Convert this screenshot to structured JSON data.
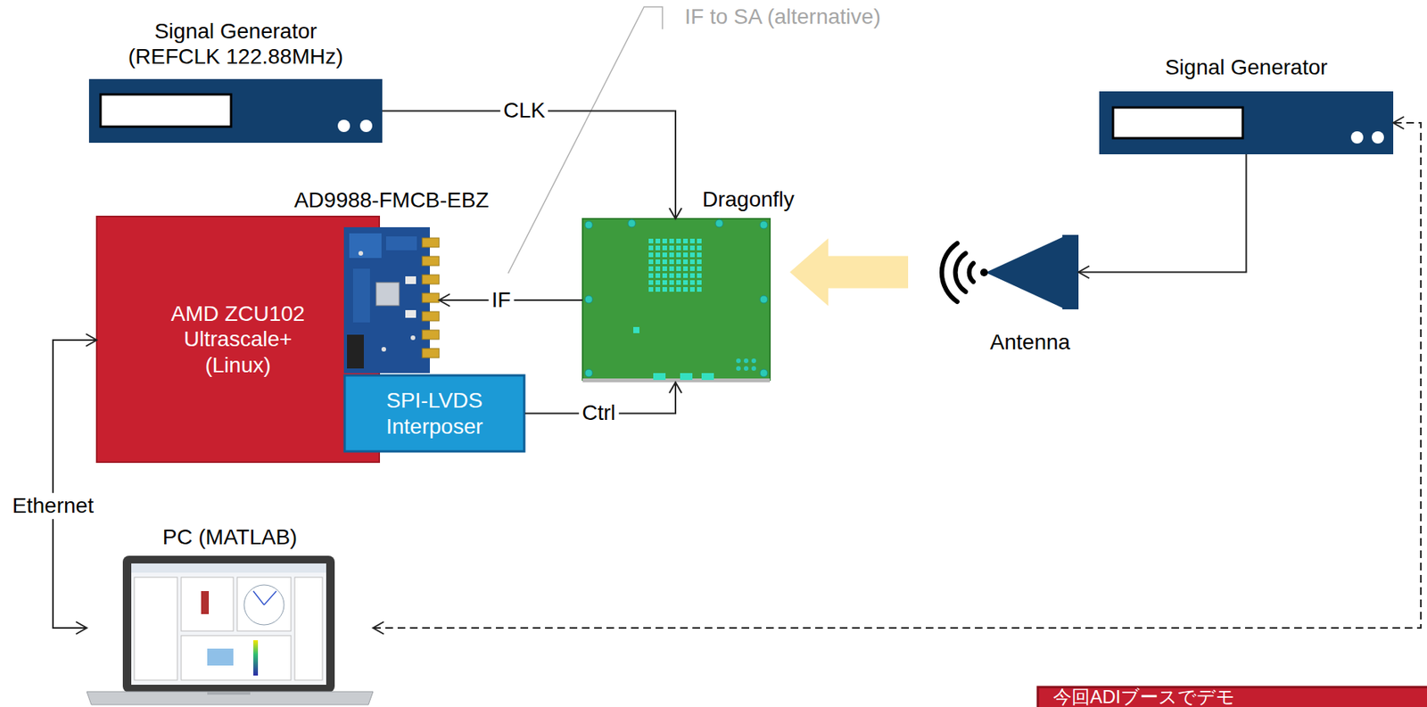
{
  "diagram": {
    "nodes": [
      {
        "text": [
          "Signal Generator (REFCLK 122.88MHz)"
        ]
      },
      {
        "text": [
          "Signal Generator"
        ]
      },
      {
        "text": [
          "AD9988-FMCB-EBZ"
        ]
      },
      {
        "text": [
          "Dragonfly"
        ]
      },
      {
        "text": [
          "AMD ZCU102 Ultrascale+ (Linux)"
        ]
      },
      {
        "text": [
          "Antenna"
        ]
      },
      {
        "text": [
          "SPI-LVDS Interposer"
        ]
      },
      {
        "text": [
          "PC (MATLAB)"
        ]
      }
    ],
    "edges": [
      {
        "from": 0,
        "to": 3,
        "label": "CLK",
        "arrow": "to"
      },
      {
        "from": 3,
        "to": 2,
        "label": "IF",
        "arrow": "to"
      },
      {
        "from": 6,
        "to": 3,
        "label": "Ctrl",
        "arrow": "to"
      },
      {
        "from": 1,
        "to": 5,
        "arrow": "to"
      },
      {
        "from": 5,
        "to": 3,
        "arrow": "to"
      },
      {
        "from": 4,
        "to": 7,
        "label": "Ethernet",
        "arrow": "both"
      },
      {
        "from": 7,
        "to": 1,
        "arrow": "both"
      }
    ],
    "labels": [
      "IF to SA (alternative)",
      "今回ADIブースでデモ"
    ]
  }
}
